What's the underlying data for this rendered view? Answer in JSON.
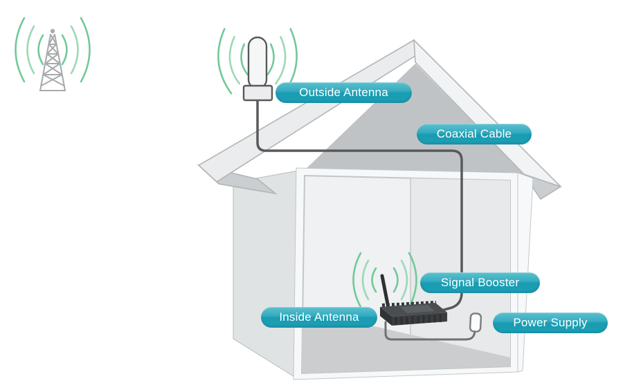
{
  "labels": {
    "outside_antenna": "Outside Antenna",
    "coaxial_cable": "Coaxial Cable",
    "signal_booster": "Signal Booster",
    "inside_antenna": "Inside Antenna",
    "power_supply": "Power Supply"
  },
  "icons": [
    "cell-tower-icon",
    "signal-waves-icon",
    "outside-antenna-icon",
    "coaxial-cable-line",
    "house-illustration",
    "signal-booster-device-icon",
    "inside-antenna-icon",
    "power-plug-icon"
  ],
  "colors": {
    "label_teal": "#1d9fb5",
    "label_teal_light": "#5cc0ce",
    "label_text": "#ffffff",
    "signal_green": "#72c997",
    "signal_green_light": "#9cd9b4",
    "structure_gray": "#a8abad",
    "cable_dark": "#58595b",
    "wall_light": "#f7f8f9",
    "underside_gray": "#c0c3c5",
    "device_dark": "#3a3c3e",
    "bg": "#ffffff"
  }
}
